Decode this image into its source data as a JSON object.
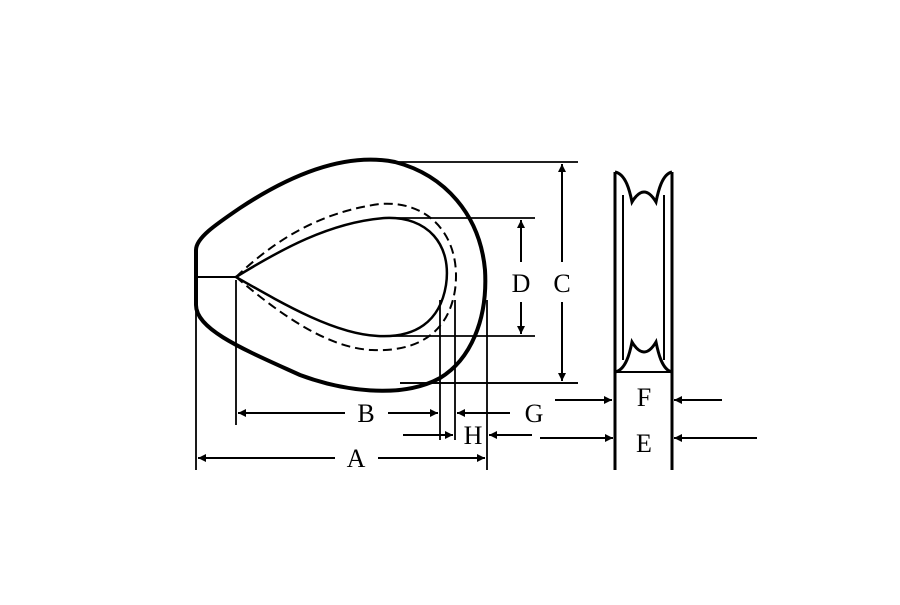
{
  "diagram": {
    "labels": {
      "a": "A",
      "b": "B",
      "c": "C",
      "d": "D",
      "e": "E",
      "f": "F",
      "g": "G",
      "h": "H"
    },
    "colors": {
      "line": "#000000",
      "background": "#ffffff"
    }
  }
}
